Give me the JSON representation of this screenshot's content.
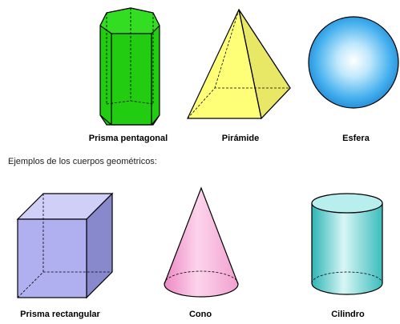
{
  "caption": "Ejemplos de los cuerpos geométricos:",
  "shapes": {
    "prisma_pentagonal": {
      "label": "Prisma pentagonal",
      "color": "#33cc22"
    },
    "piramide": {
      "label": "Pirámide",
      "color": "#ffff66"
    },
    "esfera": {
      "label": "Esfera",
      "color": "#33aaee"
    },
    "prisma_rectangular": {
      "label": "Prisma rectangular",
      "color": "#b8b8f0"
    },
    "cono": {
      "label": "Cono",
      "color": "#f8a8d8"
    },
    "cilindro": {
      "label": "Cilindro",
      "color": "#55cccc"
    }
  }
}
